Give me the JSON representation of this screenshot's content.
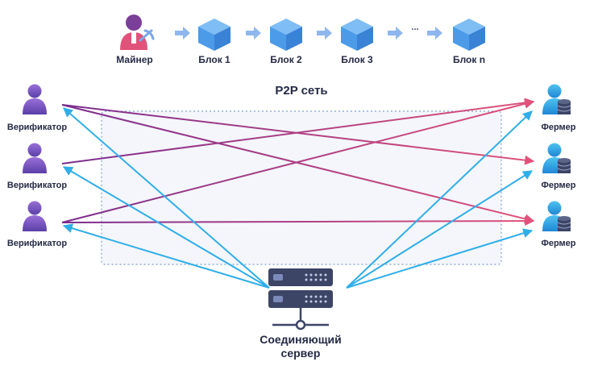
{
  "chain": {
    "miner_label": "Майнер",
    "blocks": [
      "Блок 1",
      "Блок 2",
      "Блок 3",
      "Блок n"
    ],
    "ellipsis": "..."
  },
  "network": {
    "title": "P2P сеть",
    "verifiers": [
      "Верификатор",
      "Верификатор",
      "Верификатор"
    ],
    "farmers": [
      "Фермер",
      "Фермер",
      "Фермер"
    ],
    "server_label_line1": "Соединяющий",
    "server_label_line2": "сервер"
  },
  "colors": {
    "verifier": "#7a3f98",
    "farmer": "#2aa0e0",
    "block": "#4c9be8",
    "arrow_chain": "#8fb7ee",
    "line_purple": "#7b2d8e",
    "line_pink": "#e0527a",
    "line_blue": "#2faee8",
    "server": "#3d4566",
    "text": "#252a45"
  }
}
